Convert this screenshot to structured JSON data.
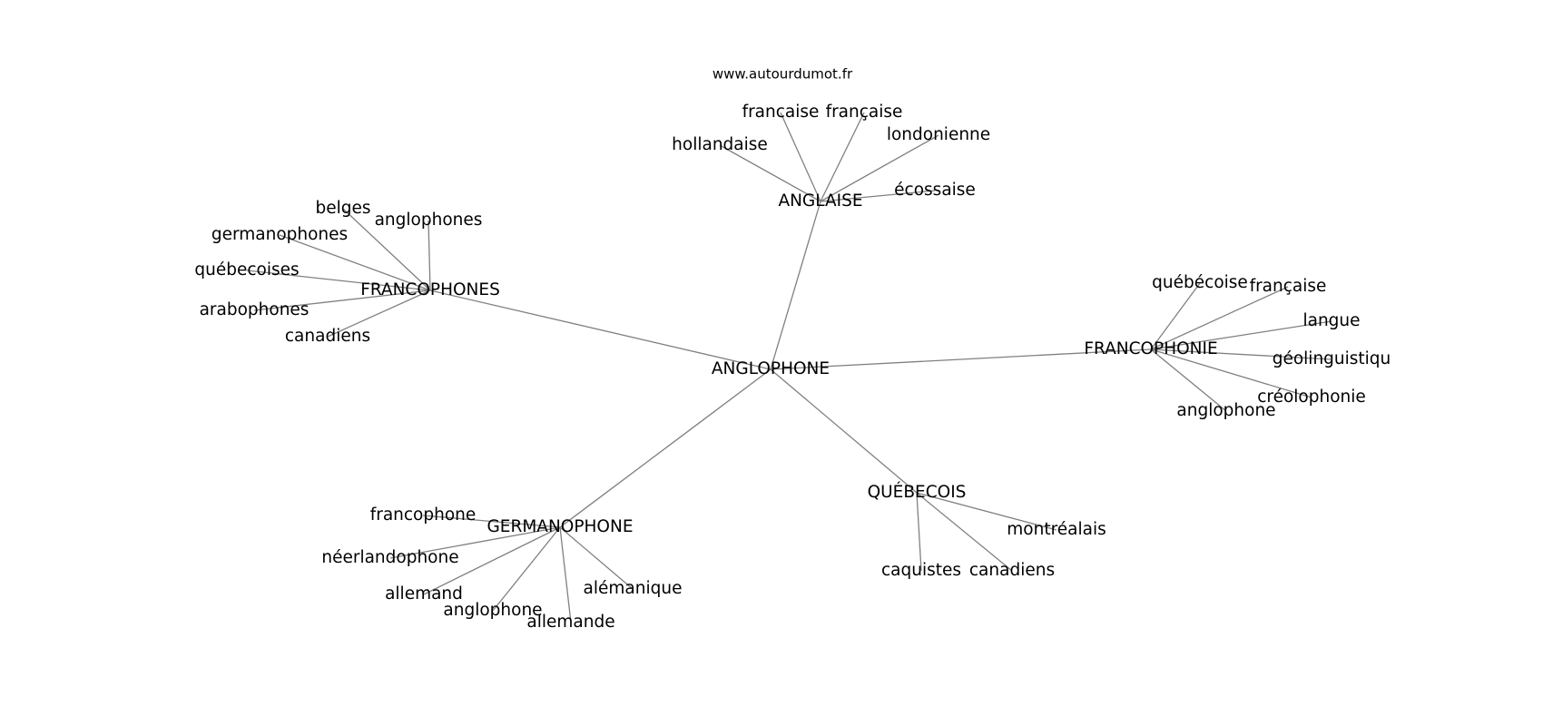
{
  "source": "www.autourdumot.fr",
  "colors": {
    "background": "#ffffff",
    "edge": "#808080",
    "text": "#000000"
  },
  "graph": {
    "center": "ANGLOPHONE",
    "hubs": [
      {
        "label": "ANGLAISE",
        "leaves": [
          "francaise",
          "française",
          "londonienne",
          "hollandaise",
          "écossaise"
        ]
      },
      {
        "label": "FRANCOPHONES",
        "leaves": [
          "belges",
          "anglophones",
          "germanophones",
          "québecoises",
          "arabophones",
          "canadiens"
        ]
      },
      {
        "label": "FRANCOPHONIE",
        "leaves": [
          "québécoise",
          "française",
          "langue",
          "géolinguistiqu",
          "créolophonie",
          "anglophone"
        ]
      },
      {
        "label": "QUÉBECOIS",
        "leaves": [
          "montréalais",
          "caquistes",
          "canadiens"
        ]
      },
      {
        "label": "GERMANOPHONE",
        "leaves": [
          "francophone",
          "néerlandophone",
          "allemand",
          "anglophone",
          "allemande",
          "alémanique"
        ]
      }
    ]
  }
}
